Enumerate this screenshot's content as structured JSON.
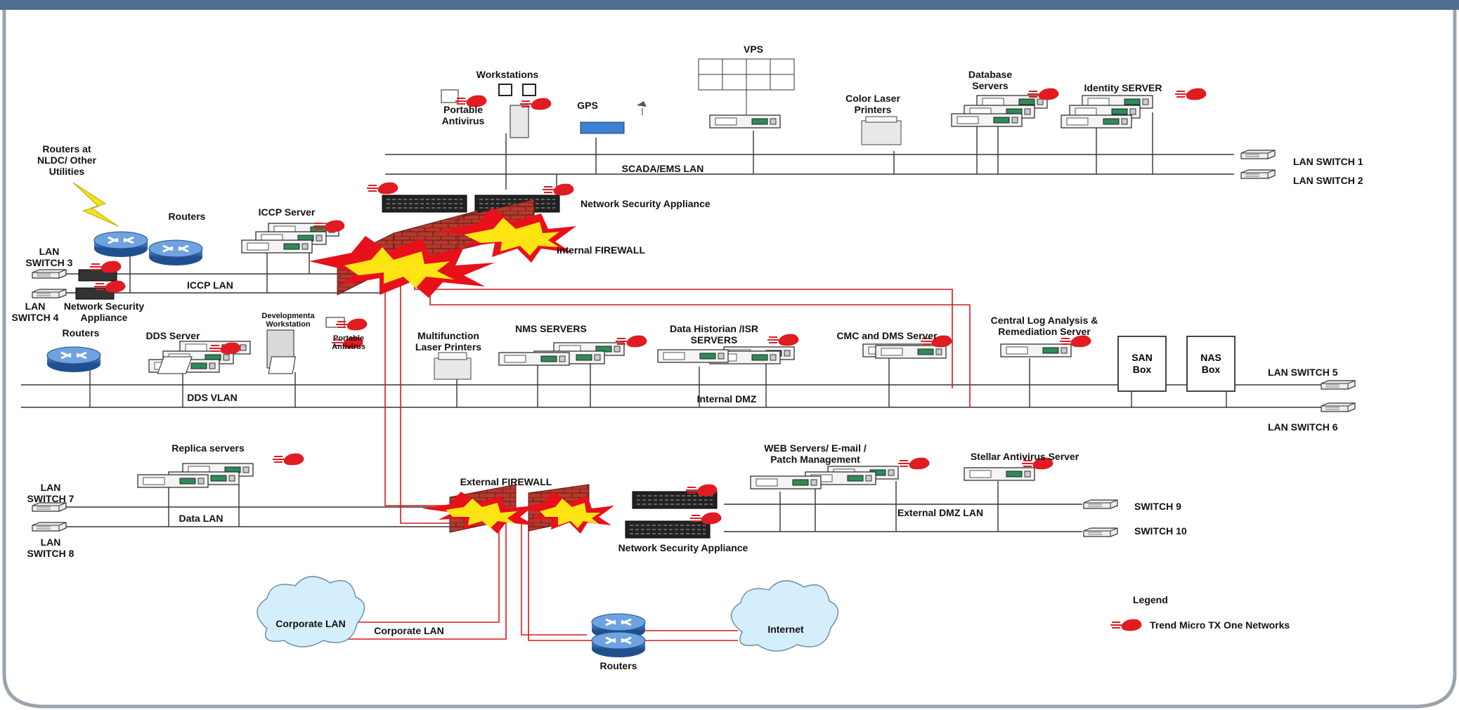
{
  "colors": {
    "frame_top": "#4f6f8f",
    "frame": "#9aa4ad",
    "lan": "#333333",
    "firewall_link": "#d11a1a",
    "brick": "#b5392e",
    "router": "#2f6db3",
    "trend_micro": "#e11b22",
    "cloud": "#d5eefb"
  },
  "lans": {
    "scada_ems": "SCADA/EMS LAN",
    "iccp": "ICCP LAN",
    "dds_vlan": "DDS VLAN",
    "internal_dmz": "Internal DMZ",
    "data_lan": "Data LAN",
    "external_dmz": "External DMZ LAN",
    "corporate_link": "Corporate LAN"
  },
  "switches": {
    "s1": "LAN SWITCH 1",
    "s2": "LAN SWITCH 2",
    "s3": "LAN\nSWITCH 3",
    "s4": "LAN\nSWITCH 4",
    "s5": "LAN SWITCH 5",
    "s6": "LAN SWITCH 6",
    "s7": "LAN\nSWITCH 7",
    "s8": "LAN\nSWITCH 8",
    "s9": "SWITCH 9",
    "s10": "SWITCH 10"
  },
  "nodes": {
    "vps": "VPS",
    "workstations": "Workstations",
    "portable_antivirus_top": "Portable\nAntivirus",
    "gps": "GPS",
    "color_laser": "Color Laser\nPrinters",
    "database_servers": "Database\nServers",
    "identity_server": "Identity SERVER",
    "routers_nldc": "Routers at\nNLDC/ Other\nUtilities",
    "routers_top": "Routers",
    "iccp_server": "ICCP Server",
    "nsa_top": "Network Security Appliance",
    "internal_firewall": "Internal FIREWALL",
    "nsa_left": "Network Security\nAppliance",
    "routers_mid": "Routers",
    "dds_server": "DDS Server",
    "dev_workstation": "Developmenta\nWorkstation",
    "portable_antivirus_mid": "Portable\nAntivirus",
    "multifunction_printers": "Multifunction\nLaser Printers",
    "nms_servers": "NMS SERVERS",
    "data_historian": "Data Historian /ISR\nSERVERS",
    "cmc_dms": "CMC and DMS Server",
    "central_log": "Central Log Analysis &\nRemediation Server",
    "san_box": "SAN\nBox",
    "nas_box": "NAS\nBox",
    "replica_servers": "Replica servers",
    "external_firewall": "External FIREWALL",
    "web_servers": "WEB Servers/ E-mail /\nPatch Management",
    "stellar_antivirus": "Stellar Antivirus Server",
    "nsa_bottom": "Network Security Appliance",
    "corporate_lan_cloud": "Corporate LAN",
    "internet_cloud": "Internet",
    "routers_bottom": "Routers"
  },
  "legend": {
    "title": "Legend",
    "item": "Trend Micro TX One Networks"
  }
}
